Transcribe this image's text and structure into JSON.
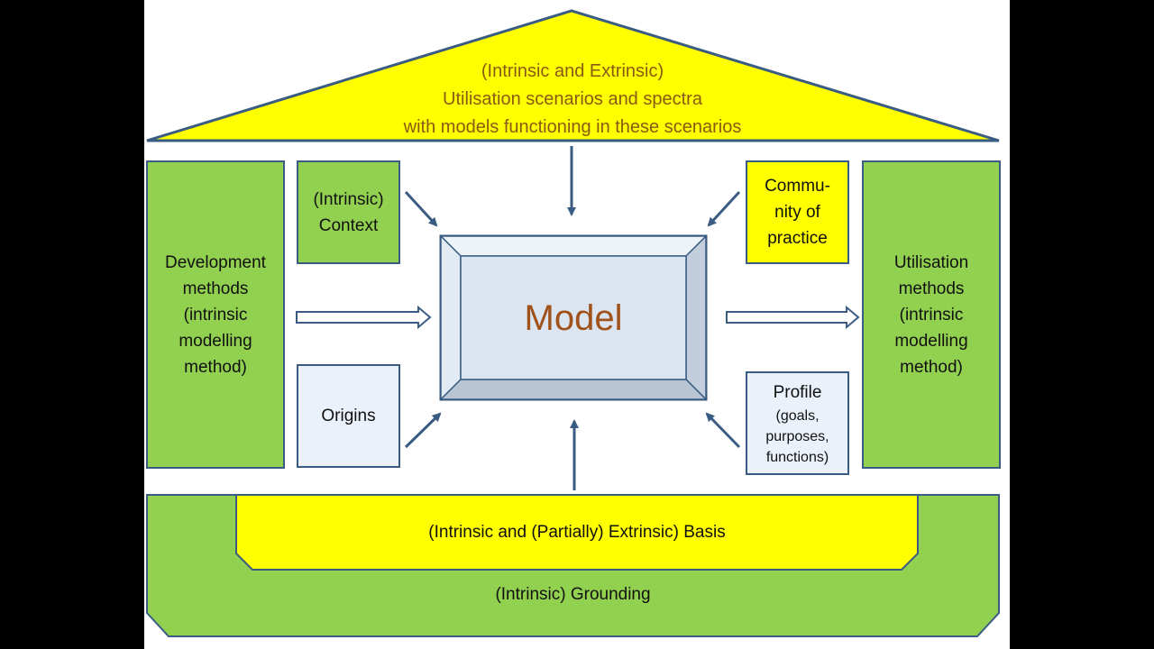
{
  "roof": {
    "lines": [
      "(Intrinsic and Extrinsic)",
      "Utilisation scenarios and spectra",
      "with models functioning in these scenarios"
    ]
  },
  "left_pillar": {
    "lines": [
      "Development",
      "methods",
      "(intrinsic",
      "modelling",
      "method)"
    ]
  },
  "right_pillar": {
    "lines": [
      "Utilisation",
      "methods",
      "(intrinsic",
      "modelling",
      "method)"
    ]
  },
  "context_box": {
    "lines": [
      "(Intrinsic)",
      "Context"
    ]
  },
  "origins_box": {
    "label": "Origins"
  },
  "community_box": {
    "lines": [
      "Commu-",
      "nity of",
      "practice"
    ]
  },
  "profile_box": {
    "title": "Profile",
    "details": [
      "(goals,",
      "purposes,",
      "functions)"
    ]
  },
  "model": {
    "label": "Model"
  },
  "basis": {
    "label": "(Intrinsic and (Partially) Extrinsic) Basis"
  },
  "grounding": {
    "label": "(Intrinsic) Grounding"
  },
  "colors": {
    "yellow": "#ffff00",
    "green": "#92d050",
    "pale_blue": "#eaf1fa",
    "border_blue": "#3b5c82",
    "roof_text": "#8a5a10",
    "model_text": "#a0521a"
  }
}
